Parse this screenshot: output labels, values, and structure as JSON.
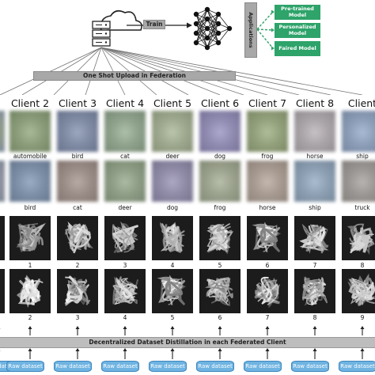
{
  "top": {
    "train_label": "Train",
    "applications_label": "Applications",
    "applications": [
      "Pre-trained Model",
      "Personalized Model",
      "Faired Model"
    ]
  },
  "upload_label": "One Shot Upload in Federation",
  "clients": [
    "Client 2",
    "Client 3",
    "Client 4",
    "Client 5",
    "Client 6",
    "Client 7",
    "Client 8",
    "Client"
  ],
  "cifar_row1_labels": [
    "automobile",
    "bird",
    "cat",
    "deer",
    "dog",
    "frog",
    "horse",
    "ship"
  ],
  "cifar_row2_labels": [
    "bird",
    "cat",
    "deer",
    "dog",
    "frog",
    "horse",
    "ship",
    "truck"
  ],
  "mnist_row1_labels": [
    "1",
    "2",
    "3",
    "4",
    "5",
    "6",
    "7",
    "8"
  ],
  "mnist_row2_labels": [
    "2",
    "3",
    "4",
    "5",
    "6",
    "7",
    "8",
    "9"
  ],
  "distill_label": "Decentralized Dataset Distillation in each Federated Client",
  "raw_dataset_label": "Raw dataset",
  "colors": {
    "green": "#2ea36a",
    "grey": "#a8a8a8",
    "raw_blue": "#6fb4e2",
    "tile_row1": [
      "#8a9c7a",
      "#7f8aa3",
      "#8fa28c",
      "#9ea88e",
      "#8f8ab0",
      "#93a07c",
      "#a9a4a8",
      "#8c9db7"
    ],
    "tile_row2": [
      "#7d8fa6",
      "#9a8c86",
      "#8e9d86",
      "#8f8aa6",
      "#9aa18d",
      "#a69a91",
      "#8d9fb2",
      "#9a9693"
    ]
  }
}
